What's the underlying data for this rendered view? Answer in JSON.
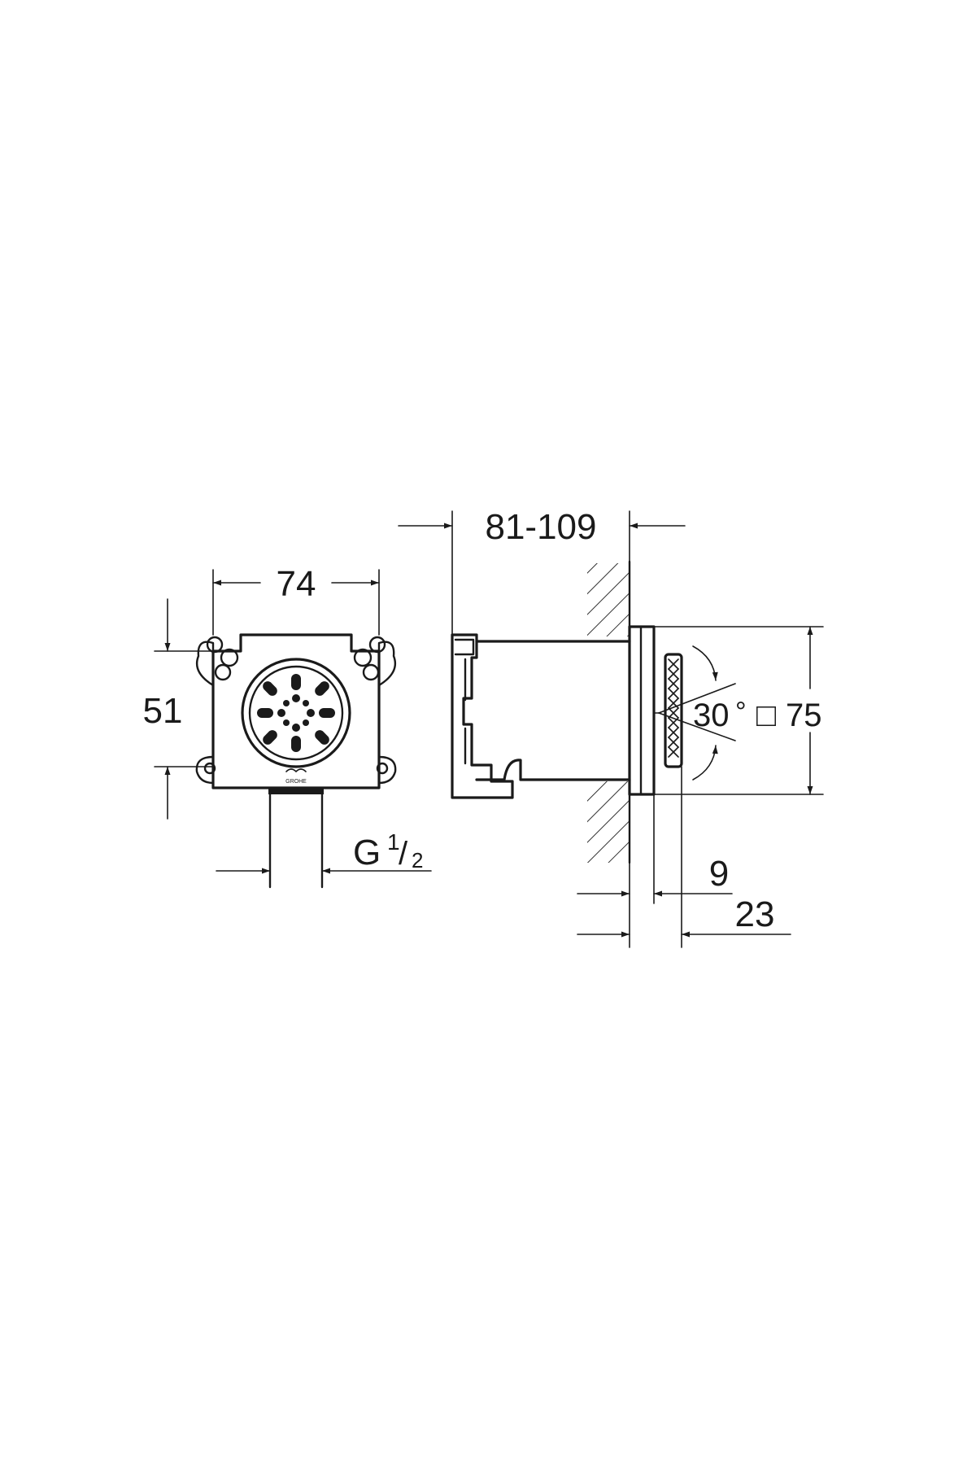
{
  "dimensions": {
    "front_width": "74",
    "front_height": "51",
    "thread_g": "G",
    "thread_frac_num": "1",
    "thread_frac_sep": "/",
    "thread_frac_den": "2",
    "installation_depth": "81-109",
    "spray_angle": "30",
    "degree_symbol": "°",
    "square_symbol": "□",
    "plate_size": "75",
    "plate_thickness": "9",
    "projection": "23"
  },
  "logo_text": "GROHE",
  "colors": {
    "line": "#1a1a1a",
    "background": "#ffffff"
  }
}
